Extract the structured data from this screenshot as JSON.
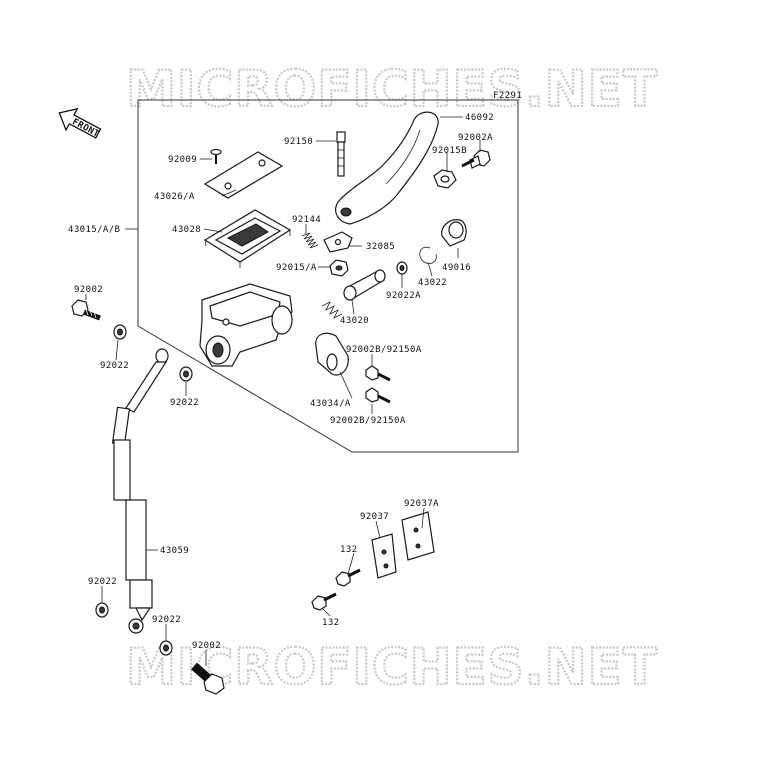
{
  "watermark": {
    "text": "MICROFICHES.NET"
  },
  "diagram_code": "F2291",
  "front_arrow": {
    "text": "FRONT"
  },
  "parts": [
    {
      "id": "46092"
    },
    {
      "id": "92150"
    },
    {
      "id": "92002A"
    },
    {
      "id": "92015B"
    },
    {
      "id": "92009"
    },
    {
      "id": "43026/A"
    },
    {
      "id": "43028"
    },
    {
      "id": "92144"
    },
    {
      "id": "32085"
    },
    {
      "id": "92015/A"
    },
    {
      "id": "49016"
    },
    {
      "id": "43022"
    },
    {
      "id": "92022A"
    },
    {
      "id": "43020"
    },
    {
      "id": "43015/A/B"
    },
    {
      "id": "92002"
    },
    {
      "id": "92022"
    },
    {
      "id": "92002B/92150A"
    },
    {
      "id": "43034/A"
    },
    {
      "id": "92037A"
    },
    {
      "id": "92037"
    },
    {
      "id": "132"
    },
    {
      "id": "43059"
    }
  ]
}
